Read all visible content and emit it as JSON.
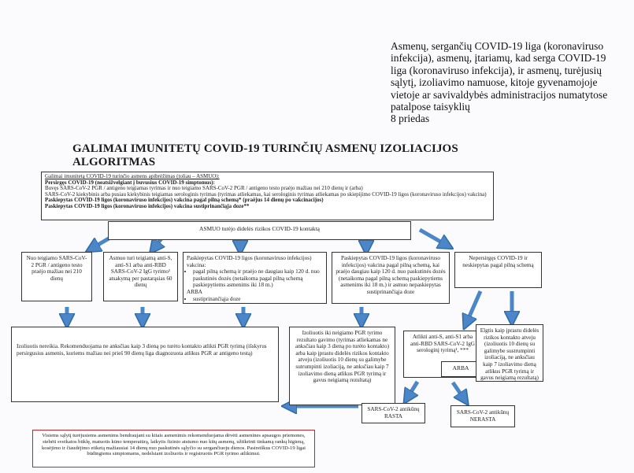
{
  "header": {
    "lines": [
      "Asmenų, sergančių COVID-19 liga (koronaviruso",
      "infekcija), asmenų, įtariamų, kad serga COVID-19",
      "liga (koronaviruso infekcija), ir asmenų, turėjusių",
      "sąlytį, izoliavimo namuose, kitoje gyvenamojoje",
      "vietoje ar savivaldybės administracijos numatytose",
      "patalpose taisyklių"
    ],
    "appendix": "8 priedas"
  },
  "title": "GALIMAI IMUNITETŲ COVID-19 TURINČIŲ ASMENŲ IZOLIACIJOS ALGORITMAS",
  "definition": {
    "heading": "Galimai imunitetą COVID-19 turinčio asmens apibrėžimas (toliau – ASMUO):",
    "l1": "Persirgęs COVID-19 (neatsižvelgiant į buvusius COVID-19 simptomus):",
    "l2": "Buvęs SARS-CoV-2 PGR / antigeno teigiamas tyrimas ir nuo teigiamo SARS-CoV-2 PGR / antigeno testo praėjo mažiau nei 210 dienų ir (arba)",
    "l3": "SARS-CoV-2 kiekybinis arba pusiau kiekybinis teigiamas serologinis tyrimas (tyrimas atliekamas, kai serologinis tyrimas atliekamas po skiepijimo COVID-19 ligos (koronaviruso infekcijos) vakcina)",
    "l4": "Paskiepytas COVID-19 ligos (koronaviruso infekcijos) vakcina pagal pilną schemą* (praėjus 14 dienų po vakcinacijos)",
    "l5": "Paskiepytas COVID-19 ligos (koronaviruso infekcijos) vakcina sustiprinančiąja doze**"
  },
  "contact": "ASMUO turėjo didelės rizikos COVID-19 kontaktą",
  "cases": {
    "c1": "Nuo teigiamo SARS-CoV-2 PGR / antigeno testo praėjo mažiau nei 210 dienų",
    "c2": "Asmuo turi teigiamą anti-S, anti-S1 arba anti-RBD SARS-CoV-2 IgG tyrimo¹ atsakymą per pastarąsias 60 dienų",
    "c3_head": "Paskiepytas COVID-19 ligos (koronaviruso infekcijos) vakcina:",
    "c3_b1": "pagal pilną schemą ir praėjo ne daugiau kaip 120 d. nuo paskutinės dozės (netaikoma pagal pilną schemą paskiepytiems asmenims iki 18 m.)",
    "c3_or": "ARBA",
    "c3_b2": "sustiprinančiąja doze",
    "c4": "Paskiepytas COVID-19 ligos (koronaviruso infekcijos) vakcina pagal pilną schemą, kai praėjo daugiau kaip 120 d. nuo paskutinės dozės (netaikoma pagal pilną schemą paskiepytiems asmenims iki 18 m.) ir asmuo nepaskiepytas sustiprinančiąja doze",
    "c5": "Nepersirgęs COVID-19 ir neskiepytas pagal pilną schemą"
  },
  "results": {
    "r1": "Izoliuotis nereikia. Rekomenduojama ne anksčiau kaip 3 dieną po turėto kontakto atlikti PGR tyrimą (išskyrus persirgusius asmenis, kuriems mažiau nei prieš 90 dienų liga diagnozuota atlikus PGR ar antigeno testą)",
    "r2": "Izoliuotis iki neigiamo PGR tyrimo rezultato gavimo (tyrimas atliekamas ne anksčiau kaip 3 dieną po turėto kontakto) arba kaip įprastu didelės rizikos kontakto atveju (izoliuotis 10 dienų su galimybe sutrumpinti izoliaciją, ne anksčiau kaip 7 izoliavimo dieną atlikus PGR tyrimą ir gavus neigiamą rezultatą)",
    "r3": "Atlikti anti-S, anti-S1 arba anti-RBD SARS-CoV-2 IgG serologinį tyrimą¹, ***",
    "r3_or": "ARBA",
    "r4": "Elgtis kaip įprastu didelės rizikos kontakto atveju (izoliuotis 10 dienų su galimybe sustrumpinti izoliaciją, ne anksčiau kaip 7 izoliavimo dieną atlikus PGR tyrimą ir gavus neigiamą rezultatą)",
    "positive": "SARS-CoV-2 antikūnų RASTA",
    "negative": "SARS-CoV-2 antikūnų NERASTA"
  },
  "advice": "Visiems sąlytį turėjusiems asmenims bendraujant su kitais asmenimis rekomenduojama dėvėti asmenines apsaugos priemones, stebėti sveikatos būklę, matuotis kūno temperatūrą, laikytis fizinio atstumo nuo kitų asmenų, užtikrinti tinkamą rankų higieną, kosėjimo ir čiaudėjimo etiketą mažiausiai 14 dienų nuo paskutinės sąlyčio su sergančiuoju dienos. Pasireiškus COVID-19 ligai būdingiems simptomams, nedelsiant izoliuotis ir registruotis PGR tyrimo atlikimui.",
  "colors": {
    "arrow": "#4a86c8",
    "arrow_edge": "#2f6aa8",
    "advice_border": "#c0272d"
  }
}
